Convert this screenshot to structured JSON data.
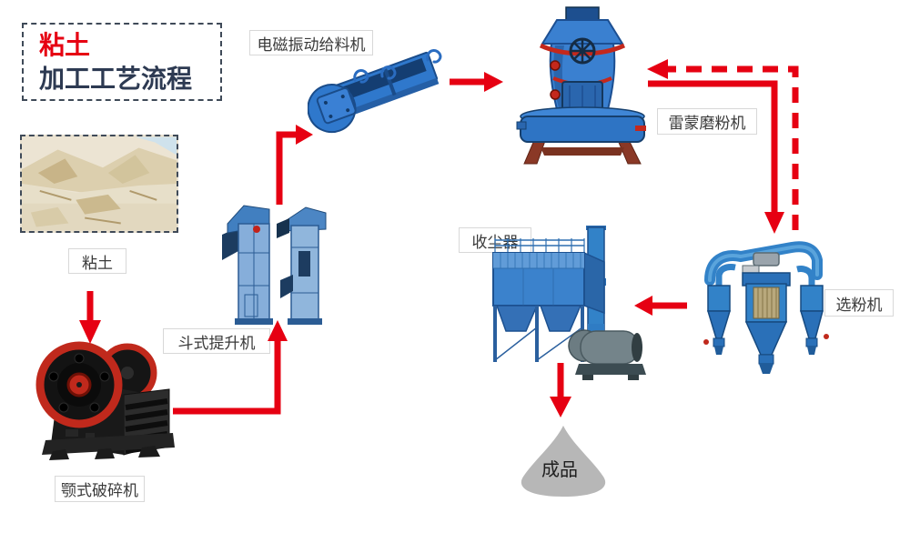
{
  "title": {
    "line1": "粘土",
    "line2": "加工工艺流程"
  },
  "labels": {
    "clay": "粘土",
    "jaw_crusher": "颚式破碎机",
    "bucket_elevator": "斗式提升机",
    "vibrating_feeder": "电磁振动给料机",
    "raymond_mill": "雷蒙磨粉机",
    "powder_classifier": "选粉机",
    "dust_collector": "收尘器",
    "finished_product": "成品"
  },
  "flow": [
    {
      "from": "粘土",
      "to": "颚式破碎机",
      "style": "solid"
    },
    {
      "from": "颚式破碎机",
      "to": "斗式提升机",
      "style": "solid"
    },
    {
      "from": "斗式提升机",
      "to": "电磁振动给料机",
      "style": "solid"
    },
    {
      "from": "电磁振动给料机",
      "to": "雷蒙磨粉机",
      "style": "solid"
    },
    {
      "from": "雷蒙磨粉机",
      "to": "选粉机",
      "style": "solid"
    },
    {
      "from": "选粉机",
      "to": "雷蒙磨粉机",
      "style": "dashed"
    },
    {
      "from": "选粉机",
      "to": "收尘器",
      "style": "solid"
    },
    {
      "from": "收尘器",
      "to": "成品",
      "style": "solid"
    }
  ],
  "colors": {
    "arrow_red": "#e60012",
    "title_red": "#e60012",
    "title_dark": "#2d3a52",
    "machine_blue": "#3282c8",
    "crusher_black": "#1a1a1a",
    "flywheel_red": "#c0291c",
    "stand_brown": "#8a3826",
    "product_gray": "#b7b7b7",
    "label_border": "#d8d8d8",
    "label_text": "#3a3a3a"
  }
}
